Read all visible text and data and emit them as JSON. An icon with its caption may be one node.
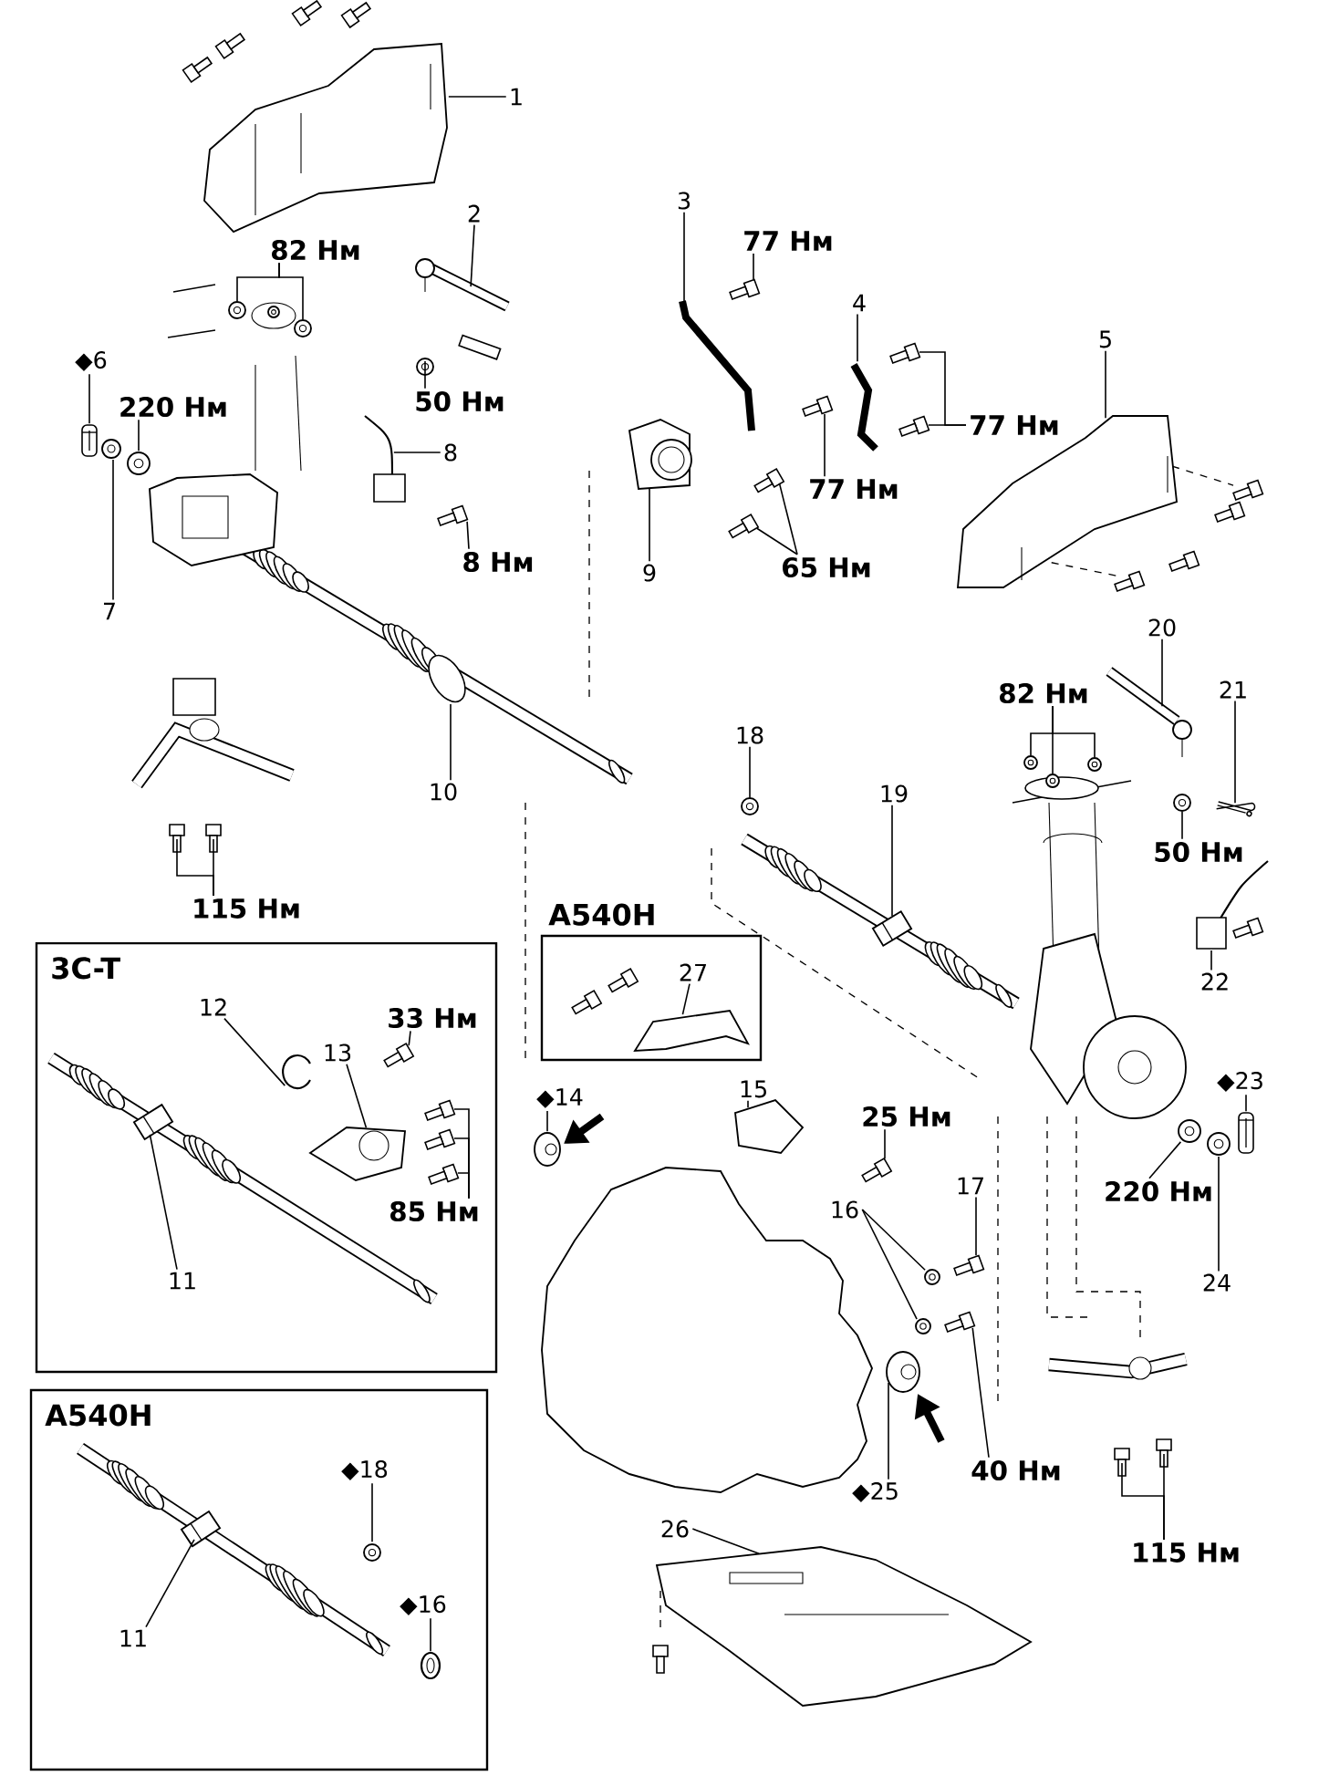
{
  "diagram": {
    "nodes": [
      {
        "text": [
          "1"
        ]
      },
      {
        "text": [
          "2"
        ]
      },
      {
        "text": [
          "82 Нм"
        ]
      },
      {
        "text": [
          "50 Нм"
        ]
      },
      {
        "text": [
          "◆6"
        ]
      },
      {
        "text": [
          "220 Нм"
        ]
      },
      {
        "text": [
          "3"
        ]
      },
      {
        "text": [
          "77 Нм"
        ]
      },
      {
        "text": [
          "4"
        ]
      },
      {
        "text": [
          "77 Нм"
        ]
      },
      {
        "text": [
          "8"
        ]
      },
      {
        "text": [
          "5"
        ]
      },
      {
        "text": [
          "77 Нм"
        ]
      },
      {
        "text": [
          "65 Нм"
        ]
      },
      {
        "text": [
          "9"
        ]
      },
      {
        "text": [
          "8 Нм"
        ]
      },
      {
        "text": [
          "7"
        ]
      },
      {
        "text": [
          "20"
        ]
      },
      {
        "text": [
          "82 Нм"
        ]
      },
      {
        "text": [
          "21"
        ]
      },
      {
        "text": [
          "10"
        ]
      },
      {
        "text": [
          "18"
        ]
      },
      {
        "text": [
          "19"
        ]
      },
      {
        "text": [
          "50 Нм"
        ]
      },
      {
        "text": [
          "115 Нм"
        ]
      },
      {
        "text": [
          "3C-T"
        ]
      },
      {
        "text": [
          "12"
        ],
        "in": 25
      },
      {
        "text": [
          "33 Нм"
        ],
        "in": 25
      },
      {
        "text": [
          "13"
        ],
        "in": 25
      },
      {
        "text": [
          "85 Нм"
        ],
        "in": 25
      },
      {
        "text": [
          "11"
        ],
        "in": 25
      },
      {
        "text": [
          "A540H"
        ]
      },
      {
        "text": [
          "27"
        ],
        "in": 31
      },
      {
        "text": [
          "22"
        ]
      },
      {
        "text": [
          "◆14"
        ]
      },
      {
        "text": [
          "15"
        ]
      },
      {
        "text": [
          "25 Нм"
        ]
      },
      {
        "text": [
          "◆23"
        ]
      },
      {
        "text": [
          "17"
        ]
      },
      {
        "text": [
          "220 Нм"
        ]
      },
      {
        "text": [
          "16"
        ]
      },
      {
        "text": [
          "24"
        ]
      },
      {
        "text": [
          "A540H"
        ]
      },
      {
        "text": [
          "◆18"
        ],
        "in": 42
      },
      {
        "text": [
          "◆16"
        ],
        "in": 42
      },
      {
        "text": [
          "11"
        ],
        "in": 42
      },
      {
        "text": [
          "40 Нм"
        ]
      },
      {
        "text": [
          "◆25"
        ]
      },
      {
        "text": [
          "26"
        ]
      },
      {
        "text": [
          "115 Нм"
        ]
      },
      {
        "text": [],
        "shape": "picture"
      },
      {
        "text": [],
        "shape": "picture"
      },
      {
        "text": [],
        "shape": "picture"
      },
      {
        "text": [],
        "shape": "picture"
      },
      {
        "text": [],
        "shape": "picture"
      },
      {
        "text": [],
        "shape": "picture"
      },
      {
        "text": [],
        "shape": "picture"
      },
      {
        "text": [],
        "shape": "picture"
      },
      {
        "text": [],
        "shape": "picture"
      },
      {
        "text": [],
        "shape": "picture"
      },
      {
        "text": [],
        "shape": "picture"
      },
      {
        "text": [],
        "shape": "picture"
      },
      {
        "text": [],
        "shape": "picture"
      },
      {
        "text": [],
        "shape": "picture"
      },
      {
        "text": [],
        "shape": "picture"
      },
      {
        "text": [],
        "shape": "picture"
      },
      {
        "text": [],
        "shape": "picture"
      },
      {
        "text": [],
        "shape": "picture"
      },
      {
        "text": [],
        "shape": "picture"
      },
      {
        "text": [],
        "shape": "picture"
      },
      {
        "text": [],
        "shape": "picture"
      },
      {
        "text": [],
        "shape": "picture"
      },
      {
        "text": [],
        "shape": "picture"
      },
      {
        "text": [],
        "shape": "picture"
      },
      {
        "text": [],
        "shape": "picture"
      },
      {
        "text": [],
        "shape": "picture"
      },
      {
        "text": [],
        "shape": "picture"
      },
      {
        "text": [],
        "shape": "picture"
      },
      {
        "text": [],
        "shape": "picture"
      },
      {
        "text": [],
        "shape": "picture"
      },
      {
        "text": [],
        "shape": "picture"
      },
      {
        "text": [],
        "shape": "picture",
        "in": 25
      },
      {
        "text": [],
        "shape": "picture",
        "in": 25
      },
      {
        "text": [],
        "shape": "picture",
        "in": 25
      },
      {
        "text": [],
        "shape": "picture",
        "in": 25
      },
      {
        "text": [],
        "shape": "picture",
        "in": 25
      },
      {
        "text": [],
        "shape": "picture",
        "in": 25
      },
      {
        "text": [],
        "shape": "picture",
        "in": 25
      },
      {
        "text": [],
        "shape": "picture",
        "in": 31
      },
      {
        "text": [],
        "shape": "picture"
      },
      {
        "text": [],
        "shape": "picture"
      },
      {
        "text": [],
        "shape": "picture"
      },
      {
        "text": [],
        "shape": "picture"
      },
      {
        "text": [],
        "shape": "picture"
      },
      {
        "text": [],
        "shape": "picture"
      },
      {
        "text": [],
        "shape": "picture"
      },
      {
        "text": [],
        "shape": "picture"
      },
      {
        "text": [],
        "shape": "picture"
      },
      {
        "text": [],
        "shape": "picture"
      },
      {
        "text": [],
        "shape": "picture",
        "in": 42
      },
      {
        "text": [],
        "shape": "picture",
        "in": 42
      },
      {
        "text": [],
        "shape": "picture",
        "in": 42
      },
      {
        "text": [],
        "shape": "picture"
      },
      {
        "text": [],
        "shape": "picture"
      },
      {
        "text": [],
        "shape": "picture"
      },
      {
        "text": [],
        "shape": "picture"
      },
      {
        "text": [],
        "shape": "picture"
      }
    ],
    "edges": [
      {
        "from": 0,
        "to": 50,
        "arrow": "none"
      },
      {
        "from": 1,
        "to": 51,
        "arrow": "none"
      },
      {
        "from": 2,
        "to": 52,
        "arrow": "none"
      },
      {
        "from": 2,
        "to": 53,
        "arrow": "none"
      },
      {
        "from": 3,
        "to": 54,
        "arrow": "none"
      },
      {
        "from": 4,
        "to": 55,
        "arrow": "none"
      },
      {
        "from": 5,
        "to": 56,
        "arrow": "none"
      },
      {
        "from": 6,
        "to": 58,
        "arrow": "none"
      },
      {
        "from": 7,
        "to": 59,
        "arrow": "none"
      },
      {
        "from": 8,
        "to": 60,
        "arrow": "none"
      },
      {
        "from": 9,
        "to": 61,
        "arrow": "none"
      },
      {
        "from": 9,
        "to": 62,
        "arrow": "none"
      },
      {
        "from": 10,
        "to": 63,
        "arrow": "none"
      },
      {
        "from": 11,
        "to": 64,
        "arrow": "none"
      },
      {
        "from": 12,
        "to": 65,
        "arrow": "none"
      },
      {
        "from": 13,
        "to": 66,
        "arrow": "none"
      },
      {
        "from": 13,
        "to": 67,
        "arrow": "none"
      },
      {
        "from": 14,
        "to": 68,
        "arrow": "none"
      },
      {
        "from": 15,
        "to": 69,
        "arrow": "none"
      },
      {
        "from": 16,
        "to": 57,
        "arrow": "none"
      },
      {
        "from": 17,
        "to": 70,
        "arrow": "none"
      },
      {
        "from": 18,
        "to": 71,
        "arrow": "none"
      },
      {
        "from": 18,
        "to": 72,
        "arrow": "none"
      },
      {
        "from": 18,
        "to": 73,
        "arrow": "none"
      },
      {
        "from": 19,
        "to": 74,
        "arrow": "none"
      },
      {
        "from": 20,
        "to": 75,
        "arrow": "none"
      },
      {
        "from": 21,
        "to": 76,
        "arrow": "none"
      },
      {
        "from": 22,
        "to": 77,
        "arrow": "none"
      },
      {
        "from": 23,
        "to": 78,
        "arrow": "none"
      },
      {
        "from": 24,
        "to": 79,
        "arrow": "none"
      },
      {
        "from": 24,
        "to": 80,
        "arrow": "none"
      },
      {
        "from": 26,
        "to": 81,
        "arrow": "none"
      },
      {
        "from": 27,
        "to": 82,
        "arrow": "none"
      },
      {
        "from": 28,
        "to": 83,
        "arrow": "none"
      },
      {
        "from": 29,
        "to": 84,
        "arrow": "none"
      },
      {
        "from": 29,
        "to": 85,
        "arrow": "none"
      },
      {
        "from": 29,
        "to": 86,
        "arrow": "none"
      },
      {
        "from": 30,
        "to": 87,
        "arrow": "none"
      },
      {
        "from": 32,
        "to": 88,
        "arrow": "none"
      },
      {
        "from": 33,
        "to": 89,
        "arrow": "none"
      },
      {
        "from": 34,
        "to": 90,
        "arrow": "none"
      },
      {
        "from": 35,
        "to": 91,
        "arrow": "none"
      },
      {
        "from": 36,
        "to": 92,
        "arrow": "none"
      },
      {
        "from": 37,
        "to": 93,
        "arrow": "none"
      },
      {
        "from": 38,
        "to": 94,
        "arrow": "none"
      },
      {
        "from": 39,
        "to": 95,
        "arrow": "none"
      },
      {
        "from": 40,
        "to": 96,
        "arrow": "none"
      },
      {
        "from": 40,
        "to": 97,
        "arrow": "none"
      },
      {
        "from": 41,
        "to": 98,
        "arrow": "none"
      },
      {
        "from": 43,
        "to": 99,
        "arrow": "none"
      },
      {
        "from": 44,
        "to": 100,
        "arrow": "none"
      },
      {
        "from": 45,
        "to": 101,
        "arrow": "none"
      },
      {
        "from": 46,
        "to": 102,
        "arrow": "none"
      },
      {
        "from": 47,
        "to": 103,
        "arrow": "none"
      },
      {
        "from": 48,
        "to": 104,
        "arrow": "none"
      },
      {
        "from": 49,
        "to": 105,
        "arrow": "none"
      },
      {
        "from": 49,
        "to": 106,
        "arrow": "none"
      }
    ]
  }
}
